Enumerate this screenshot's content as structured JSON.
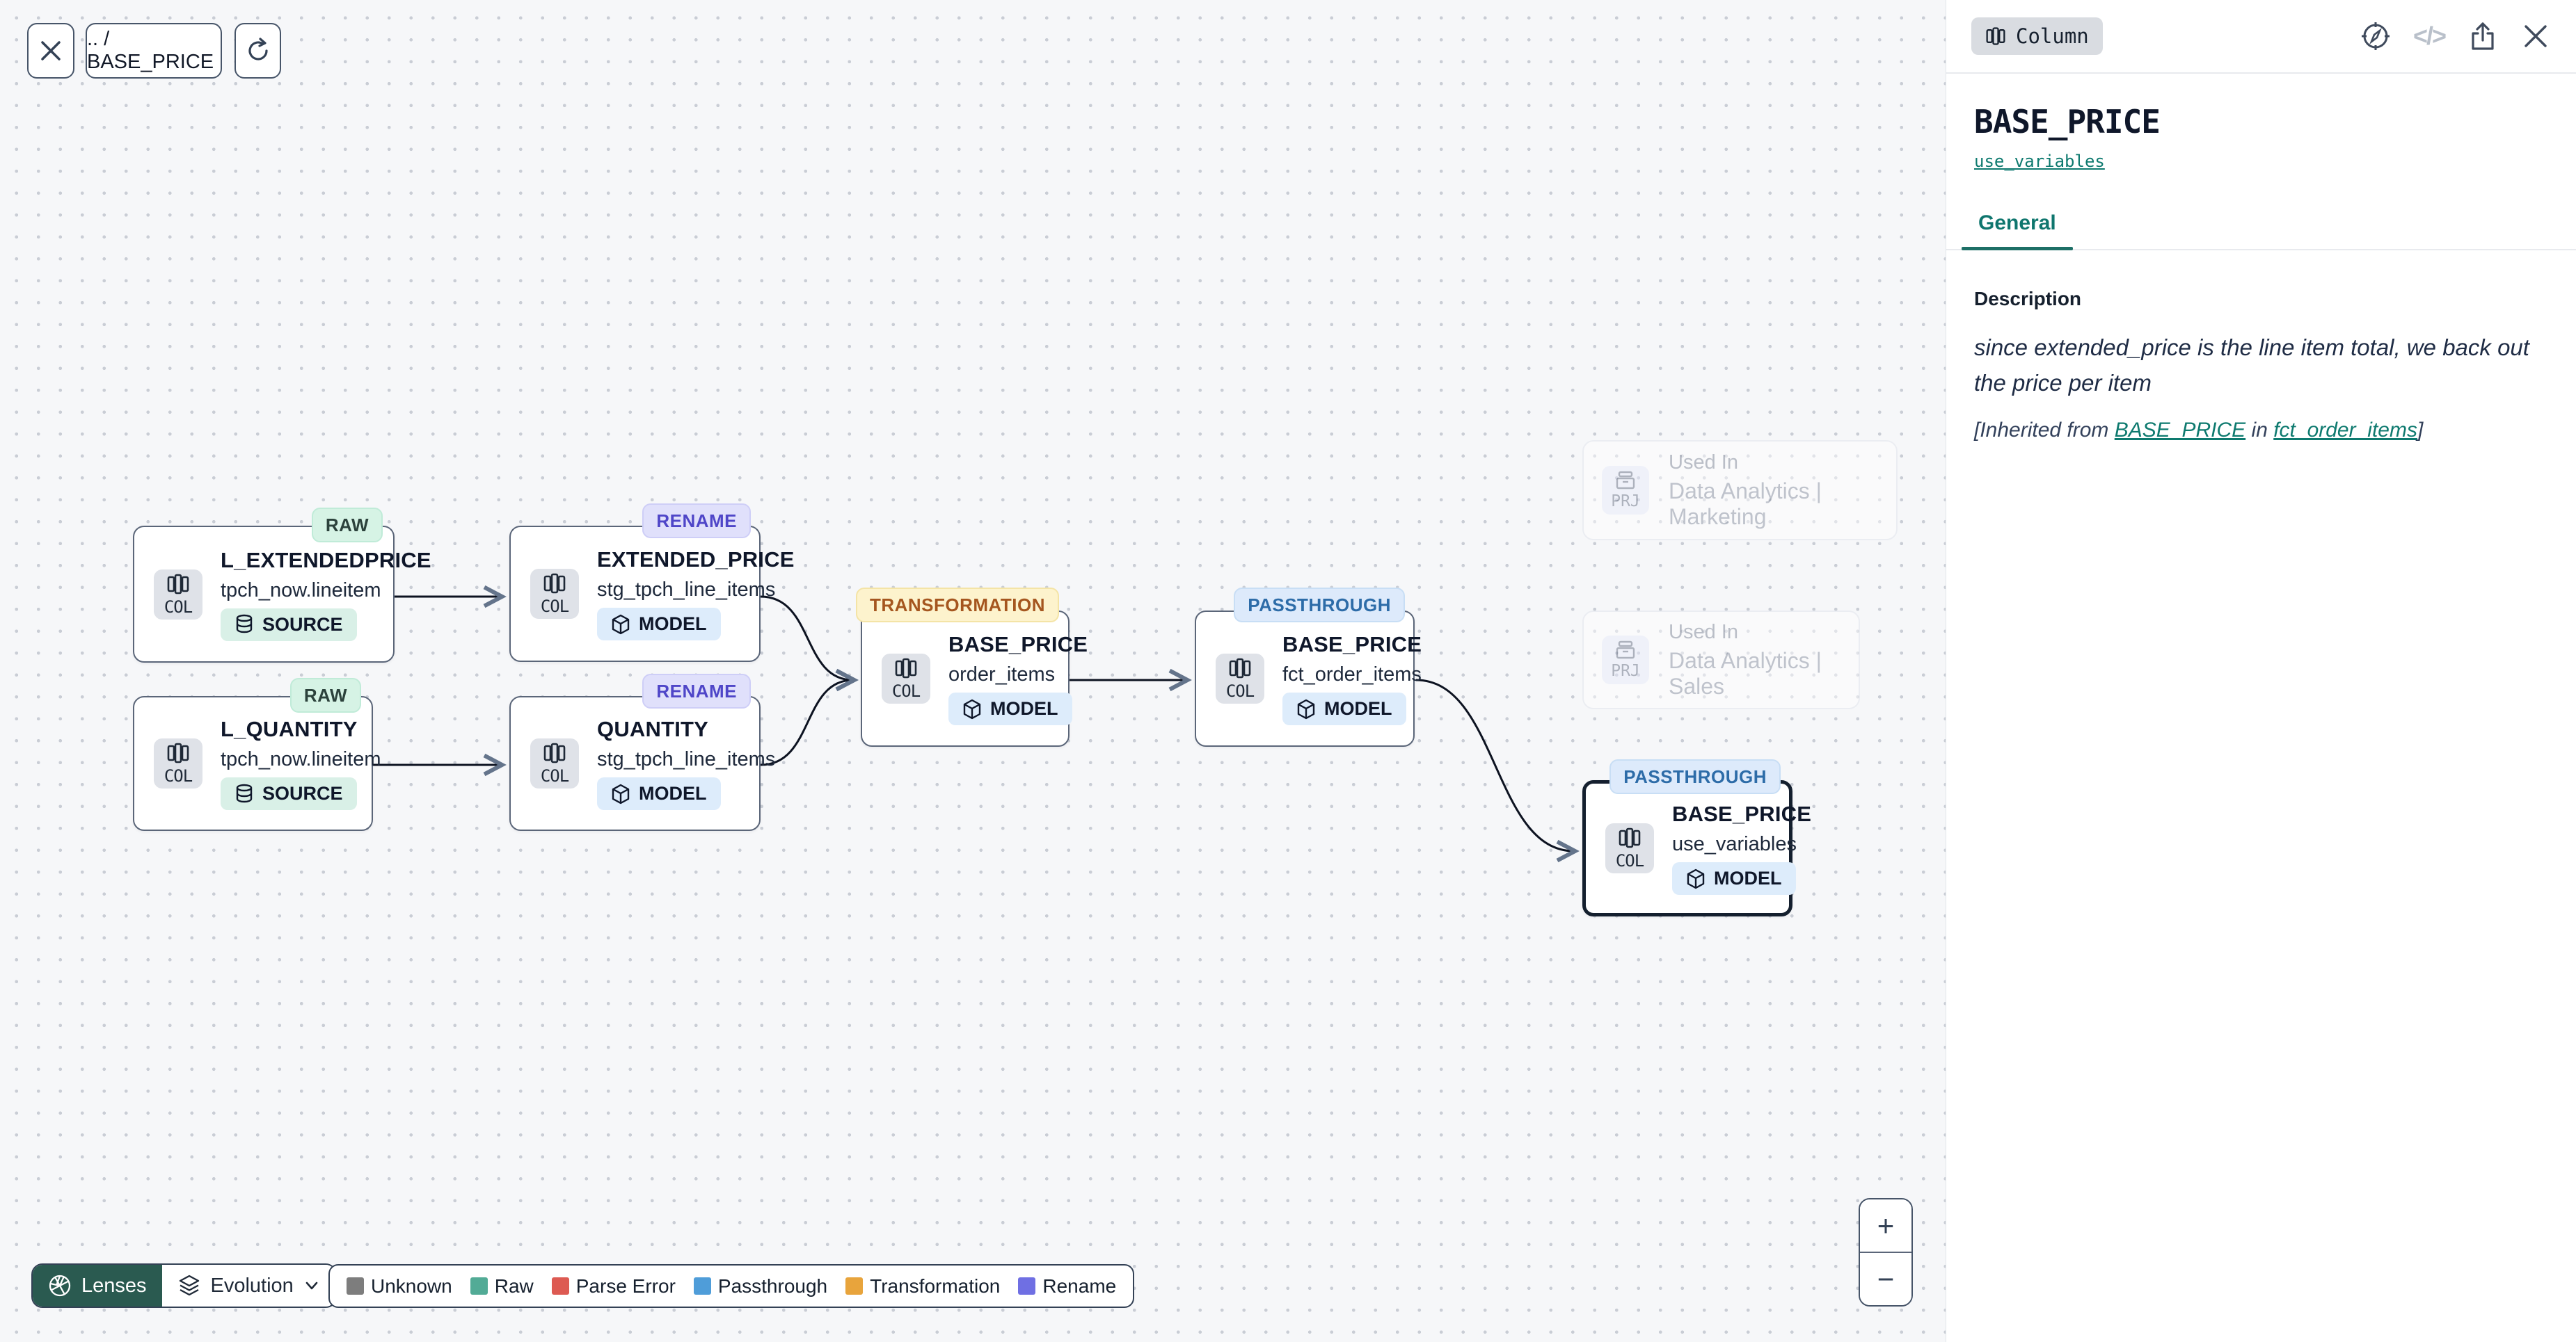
{
  "toolbar": {
    "breadcrumb": ".. / BASE_PRICE"
  },
  "canvas": {
    "nodes": [
      {
        "kind": "COL",
        "tag": "RAW",
        "title": "L_EXTENDEDPRICE",
        "subtitle": "tpch_now.lineitem",
        "badge": "SOURCE"
      },
      {
        "kind": "COL",
        "tag": "RENAME",
        "title": "EXTENDED_PRICE",
        "subtitle": "stg_tpch_line_items",
        "badge": "MODEL"
      },
      {
        "kind": "COL",
        "tag": "RAW",
        "title": "L_QUANTITY",
        "subtitle": "tpch_now.lineitem",
        "badge": "SOURCE"
      },
      {
        "kind": "COL",
        "tag": "RENAME",
        "title": "QUANTITY",
        "subtitle": "stg_tpch_line_items",
        "badge": "MODEL"
      },
      {
        "kind": "COL",
        "tag": "TRANSFORMATION",
        "title": "BASE_PRICE",
        "subtitle": "order_items",
        "badge": "MODEL"
      },
      {
        "kind": "COL",
        "tag": "PASSTHROUGH",
        "title": "BASE_PRICE",
        "subtitle": "fct_order_items",
        "badge": "MODEL"
      },
      {
        "kind": "COL",
        "tag": "PASSTHROUGH",
        "title": "BASE_PRICE",
        "subtitle": "use_variables",
        "badge": "MODEL"
      }
    ],
    "used_in": [
      {
        "kind": "PRJ",
        "label": "Used In",
        "project": "Data Analytics | Marketing"
      },
      {
        "kind": "PRJ",
        "label": "Used In",
        "project": "Data Analytics | Sales"
      }
    ]
  },
  "lenses": {
    "button": "Lenses",
    "selected_lens": "Evolution"
  },
  "legend": {
    "items": [
      {
        "label": "Unknown",
        "color": "#7d7d7d"
      },
      {
        "label": "Raw",
        "color": "#52ab96"
      },
      {
        "label": "Parse Error",
        "color": "#dd5a52"
      },
      {
        "label": "Passthrough",
        "color": "#4f9dd9"
      },
      {
        "label": "Transformation",
        "color": "#e8a43c"
      },
      {
        "label": "Rename",
        "color": "#6f6fe3"
      }
    ]
  },
  "zoom_controls": {
    "zoom_in": "+",
    "zoom_out": "−"
  },
  "panel": {
    "type_badge": "Column",
    "title": "BASE_PRICE",
    "model_link": "use_variables",
    "tabs": [
      {
        "label": "General"
      }
    ],
    "description_label": "Description",
    "description": "since extended_price is the line item total, we back out the price per item",
    "inherited_prefix": "[Inherited from ",
    "inherited_link1": "BASE_PRICE",
    "inherited_middle": " in ",
    "inherited_link2": "fct_order_items",
    "inherited_suffix": "]"
  }
}
